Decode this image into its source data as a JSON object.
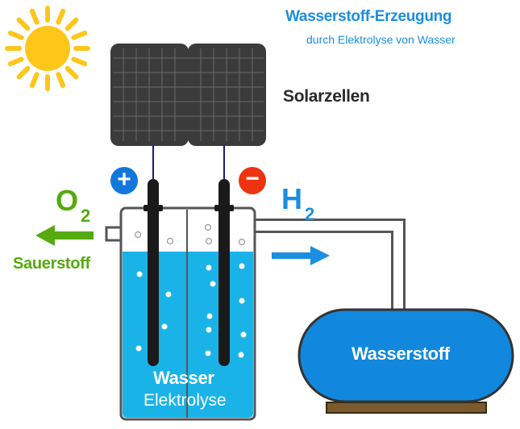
{
  "title": "Wasserstoff-Erzeugung",
  "subtitle": "durch Elektrolyse von Wasser",
  "labels": {
    "solar_cells": "Solarzellen",
    "oxygen_symbol": "O",
    "oxygen_subscript": "2",
    "oxygen_name": "Sauerstoff",
    "hydrogen_symbol": "H",
    "hydrogen_subscript": "2",
    "electrolysis_line1": "Wasser",
    "electrolysis_line2": "Elektrolyse",
    "storage_tank": "Wasserstoff"
  },
  "terminals": {
    "positive": "+",
    "negative": "−"
  },
  "colors": {
    "accent_blue": "#1a8ee0",
    "water": "#1ab3e8",
    "oxygen_green": "#55aa0f",
    "tank_blue": "#1188dd",
    "sun": "#ffc61a",
    "negative_red": "#ee3311",
    "positive_blue": "#1177dd"
  },
  "icons": [
    "sun-icon",
    "solar-panel-icon",
    "plus-terminal-icon",
    "minus-terminal-icon",
    "arrow-left-icon",
    "arrow-right-icon"
  ]
}
